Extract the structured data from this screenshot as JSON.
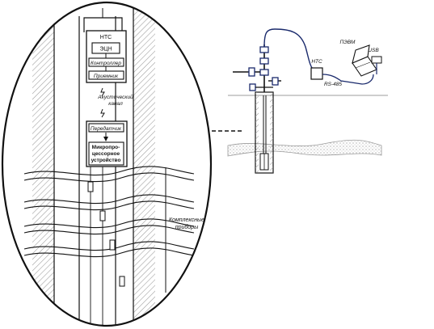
{
  "left_panel": {
    "nts_label": "НТС",
    "ecn_label": "ЭЦН",
    "controller_label": "Контроллер",
    "receiver_label": "Приемник",
    "acoustic_channel_line1": "Акустический",
    "acoustic_channel_line2": "канал",
    "transmitter_label": "Передатчик",
    "microproc_line1": "Микропро-",
    "microproc_line2": "цессорное",
    "microproc_line3": "устройство",
    "complex_line1": "Комплексные",
    "complex_line2": "приборы"
  },
  "right_panel": {
    "pc_label": "ПЭВМ",
    "usb_label": "USB",
    "nts_label": "НТС",
    "rs485_label": "RS-485"
  },
  "colors": {
    "ink": "#111111",
    "hatch": "#9a9a9a",
    "cable": "#1a2a6c",
    "ground": "#bdbdbd"
  }
}
